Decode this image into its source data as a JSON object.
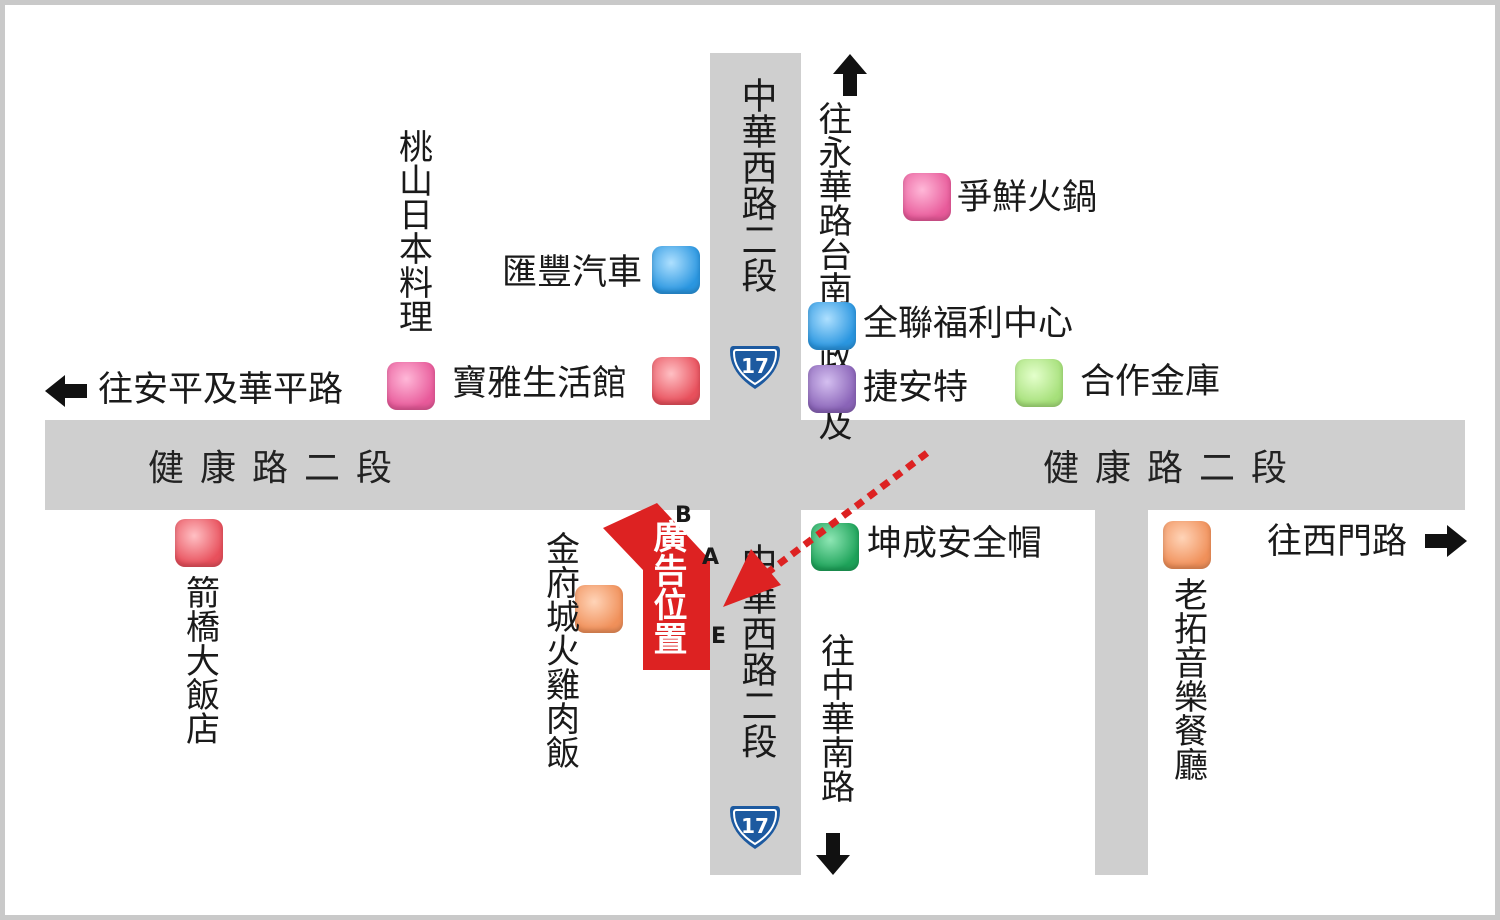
{
  "roads": {
    "kangjian_left": "健康路二段",
    "kangjian_right": "健康路二段",
    "zhonghua_upper": "中華西路二段",
    "zhonghua_lower": "中華西路二段",
    "highway_number": "17"
  },
  "directions": {
    "west": "往安平及華平路",
    "east": "往西門路",
    "north": "往永華路台南市政府及",
    "south": "往中華南路"
  },
  "places": {
    "taoshan": "桃山日本料理",
    "huifeng": "匯豐汽車",
    "baoya": "寶雅生活館",
    "zhengxian": "爭鮮火鍋",
    "quanlian": "全聯福利中心",
    "jieante": "捷安特",
    "hezuo": "合作金庫",
    "kuncheng": "坤成安全帽",
    "jianqiao": "箭橋大飯店",
    "jinfucheng": "金府城火雞肉飯",
    "laotuo": "老拓音樂餐廳"
  },
  "ad": {
    "label": "廣告位置",
    "corner_a": "A",
    "corner_b": "B",
    "corner_e": "E"
  },
  "colors": {
    "road": "#cfcfcf",
    "pink": "#e85a9a",
    "red": "#e8505c",
    "blue": "#2a96e0",
    "purple": "#8a64b8",
    "lightgreen": "#a6e07a",
    "green": "#1ea35a",
    "orange": "#f0905a",
    "ad_red": "#dd2222",
    "highway": "#1d5aa0"
  }
}
